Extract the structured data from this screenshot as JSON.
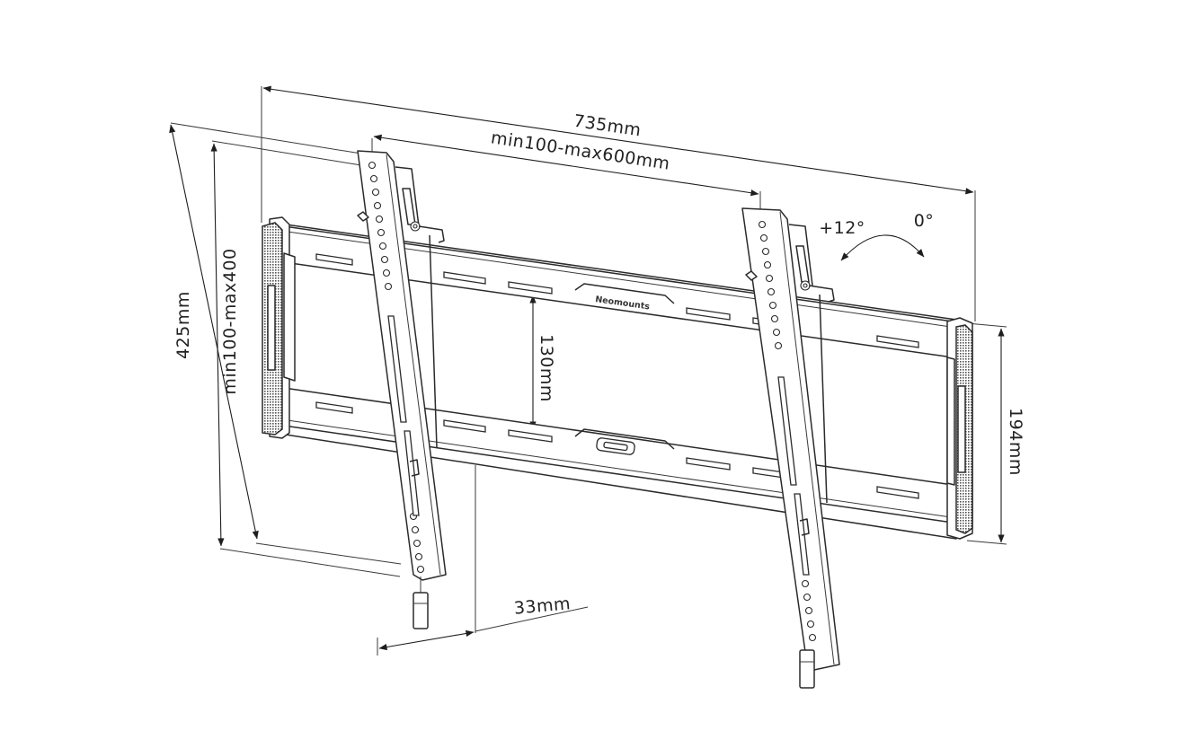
{
  "diagram": {
    "brand_label": "Neomounts",
    "dimensions": {
      "overall_width": "735mm",
      "vesa_width": "min100-max600mm",
      "overall_height": "425mm",
      "vesa_height": "min100-max400",
      "rail_spacing": "130mm",
      "rail_height": "194mm",
      "wall_distance": "33mm"
    },
    "tilt": {
      "max": "+12°",
      "min": "0°"
    },
    "colors": {
      "line": "#2b2b2b",
      "background": "#ffffff"
    }
  }
}
